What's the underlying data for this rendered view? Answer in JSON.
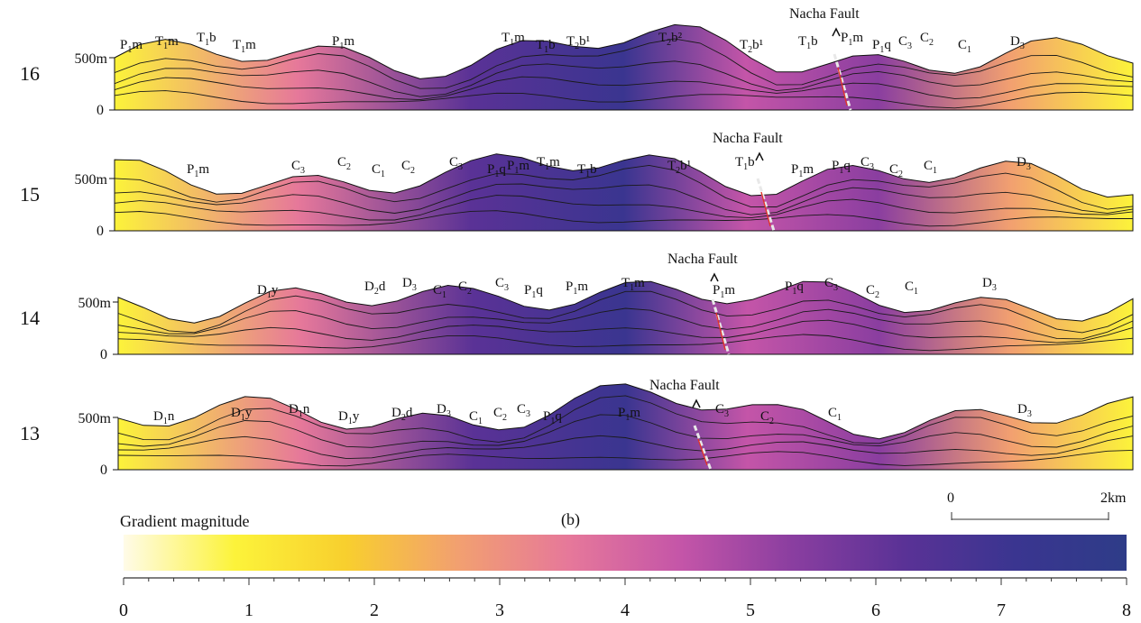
{
  "figure": {
    "panel_letter": "(b)",
    "colorbar": {
      "title": "Gradient magnitude",
      "min": 0,
      "max": 8,
      "ticks": [
        "0",
        "1",
        "2",
        "3",
        "4",
        "5",
        "6",
        "7",
        "8"
      ],
      "colors": [
        "#fffbe8",
        "#fcf33a",
        "#f8cf2e",
        "#f2a070",
        "#e6789a",
        "#c455a8",
        "#8a3ea0",
        "#5a3296",
        "#3a3590",
        "#2e3c88"
      ]
    },
    "scale_bar": {
      "start": "0",
      "end": "2km"
    },
    "profiles": [
      {
        "id": "16",
        "y_ticks": [
          "500m",
          "0"
        ],
        "fault": "Nacha Fault",
        "labels": [
          {
            "t": "P",
            "s": "1",
            "r": "m"
          },
          {
            "t": "T",
            "s": "1",
            "r": "m"
          },
          {
            "t": "T",
            "s": "1",
            "r": "b"
          },
          {
            "t": "T",
            "s": "1",
            "r": "m"
          },
          {
            "t": "P",
            "s": "1",
            "r": "m"
          },
          {
            "t": "T",
            "s": "1",
            "r": "m"
          },
          {
            "t": "T",
            "s": "1",
            "r": "b"
          },
          {
            "t": "T",
            "s": "2",
            "r": "b¹"
          },
          {
            "t": "T",
            "s": "2",
            "r": "b²"
          },
          {
            "t": "T",
            "s": "2",
            "r": "b¹"
          },
          {
            "t": "T",
            "s": "1",
            "r": "b"
          },
          {
            "t": "P",
            "s": "1",
            "r": "m"
          },
          {
            "t": "P",
            "s": "1",
            "r": "q"
          },
          {
            "t": "C",
            "s": "3",
            "r": ""
          },
          {
            "t": "C",
            "s": "2",
            "r": ""
          },
          {
            "t": "C",
            "s": "1",
            "r": ""
          },
          {
            "t": "D",
            "s": "3",
            "r": ""
          }
        ]
      },
      {
        "id": "15",
        "y_ticks": [
          "500m",
          "0"
        ],
        "fault": "Nacha Fault",
        "labels": [
          {
            "t": "P",
            "s": "1",
            "r": "m"
          },
          {
            "t": "C",
            "s": "3",
            "r": ""
          },
          {
            "t": "C",
            "s": "2",
            "r": ""
          },
          {
            "t": "C",
            "s": "1",
            "r": ""
          },
          {
            "t": "C",
            "s": "2",
            "r": ""
          },
          {
            "t": "C",
            "s": "3",
            "r": ""
          },
          {
            "t": "P",
            "s": "1",
            "r": "q"
          },
          {
            "t": "P",
            "s": "1",
            "r": "m"
          },
          {
            "t": "T",
            "s": "1",
            "r": "m"
          },
          {
            "t": "T",
            "s": "1",
            "r": "b"
          },
          {
            "t": "T",
            "s": "2",
            "r": "b¹"
          },
          {
            "t": "T",
            "s": "1",
            "r": "b"
          },
          {
            "t": "P",
            "s": "1",
            "r": "m"
          },
          {
            "t": "P",
            "s": "1",
            "r": "q"
          },
          {
            "t": "C",
            "s": "3",
            "r": ""
          },
          {
            "t": "C",
            "s": "2",
            "r": ""
          },
          {
            "t": "C",
            "s": "1",
            "r": ""
          },
          {
            "t": "D",
            "s": "3",
            "r": ""
          }
        ]
      },
      {
        "id": "14",
        "y_ticks": [
          "500m",
          "0"
        ],
        "fault": "Nacha Fault",
        "labels": [
          {
            "t": "D",
            "s": "1",
            "r": "y"
          },
          {
            "t": "D",
            "s": "2",
            "r": "d"
          },
          {
            "t": "D",
            "s": "3",
            "r": ""
          },
          {
            "t": "C",
            "s": "1",
            "r": ""
          },
          {
            "t": "C",
            "s": "2",
            "r": ""
          },
          {
            "t": "C",
            "s": "3",
            "r": ""
          },
          {
            "t": "P",
            "s": "1",
            "r": "q"
          },
          {
            "t": "P",
            "s": "1",
            "r": "m"
          },
          {
            "t": "T",
            "s": "1",
            "r": "m"
          },
          {
            "t": "P",
            "s": "1",
            "r": "m"
          },
          {
            "t": "P",
            "s": "1",
            "r": "q"
          },
          {
            "t": "C",
            "s": "3",
            "r": ""
          },
          {
            "t": "C",
            "s": "2",
            "r": ""
          },
          {
            "t": "C",
            "s": "1",
            "r": ""
          },
          {
            "t": "D",
            "s": "3",
            "r": ""
          }
        ]
      },
      {
        "id": "13",
        "y_ticks": [
          "500m",
          "0"
        ],
        "fault": "Nacha Fault",
        "labels": [
          {
            "t": "D",
            "s": "1",
            "r": "n"
          },
          {
            "t": "D",
            "s": "1",
            "r": "y"
          },
          {
            "t": "D",
            "s": "1",
            "r": "n"
          },
          {
            "t": "D",
            "s": "1",
            "r": "y"
          },
          {
            "t": "D",
            "s": "2",
            "r": "d"
          },
          {
            "t": "D",
            "s": "3",
            "r": ""
          },
          {
            "t": "C",
            "s": "1",
            "r": ""
          },
          {
            "t": "C",
            "s": "2",
            "r": ""
          },
          {
            "t": "C",
            "s": "3",
            "r": ""
          },
          {
            "t": "P",
            "s": "1",
            "r": "q"
          },
          {
            "t": "P",
            "s": "1",
            "r": "m"
          },
          {
            "t": "C",
            "s": "3",
            "r": ""
          },
          {
            "t": "C",
            "s": "2",
            "r": ""
          },
          {
            "t": "C",
            "s": "1",
            "r": ""
          },
          {
            "t": "D",
            "s": "3",
            "r": ""
          }
        ]
      }
    ]
  }
}
